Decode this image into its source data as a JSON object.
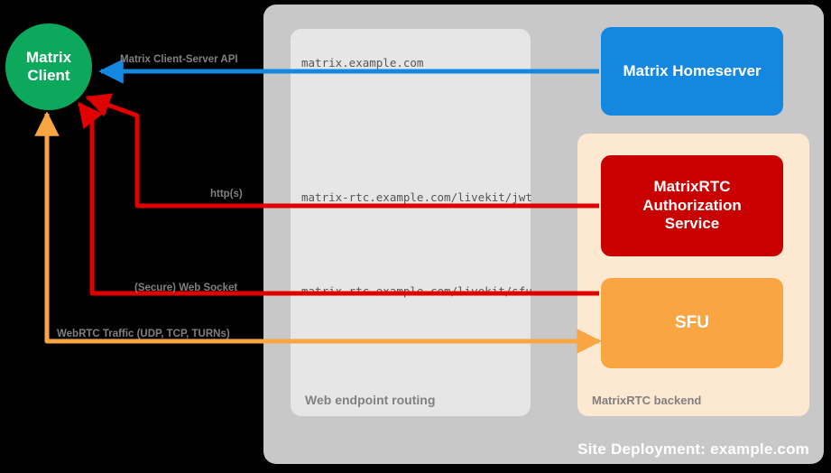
{
  "diagram": {
    "title": "Site Deployment: example.com",
    "background": "#000000"
  },
  "client": {
    "label_line1": "Matrix",
    "label_line2": "Client",
    "color": "#0ca85c"
  },
  "site_container": {
    "title": "Site Deployment: example.com",
    "color": "#c8c8c8"
  },
  "routing_container": {
    "title": "Web endpoint routing",
    "color": "#e6e6e6",
    "endpoints": [
      {
        "name": "matrix-endpoint",
        "text": "matrix.example.com"
      },
      {
        "name": "jwt-endpoint",
        "text": "matrix-rtc.example.com/livekit/jwt"
      },
      {
        "name": "sfu-endpoint",
        "text": "matrix-rtc.example.com/livekit/sfu"
      }
    ]
  },
  "backend_container": {
    "title": "MatrixRTC backend",
    "color": "#fde8d2"
  },
  "nodes": [
    {
      "name": "matrix-homeserver",
      "label": "Matrix Homeserver",
      "color": "#1488e0"
    },
    {
      "name": "matrixrtc-authorization-service",
      "label": "MatrixRTC\nAuthorization\nService",
      "color": "#c80000"
    },
    {
      "name": "sfu",
      "label": "SFU",
      "color": "#f8a542"
    }
  ],
  "node_labels": {
    "homeserver": "Matrix Homeserver",
    "auth_l1": "MatrixRTC",
    "auth_l2": "Authorization",
    "auth_l3": "Service",
    "sfu": "SFU"
  },
  "connections": [
    {
      "name": "matrix-client-server-api",
      "label": "Matrix Client-Server API",
      "color": "#1488e0",
      "direction": "to-client"
    },
    {
      "name": "https-connection",
      "label": "http(s)",
      "color": "#e00000",
      "direction": "to-client"
    },
    {
      "name": "websocket-connection",
      "label": "(Secure) Web Socket",
      "color": "#e00000",
      "direction": "to-client"
    },
    {
      "name": "webrtc-traffic",
      "label": "WebRTC Traffic (UDP, TCP, TURNs)",
      "color": "#f8a542",
      "direction": "bidirectional"
    }
  ],
  "connection_labels": {
    "csapi": "Matrix Client-Server API",
    "https": "http(s)",
    "websocket": "(Secure) Web Socket",
    "webrtc": "WebRTC Traffic (UDP, TCP, TURNs)"
  },
  "colors": {
    "green": "#0ca85c",
    "blue": "#1488e0",
    "red": "#c80000",
    "arrow_red": "#e00000",
    "orange": "#f8a542",
    "gray_panel": "#c8c8c8",
    "light_panel": "#e6e6e6",
    "cream_panel": "#fde8d2",
    "label_gray": "#808080"
  }
}
